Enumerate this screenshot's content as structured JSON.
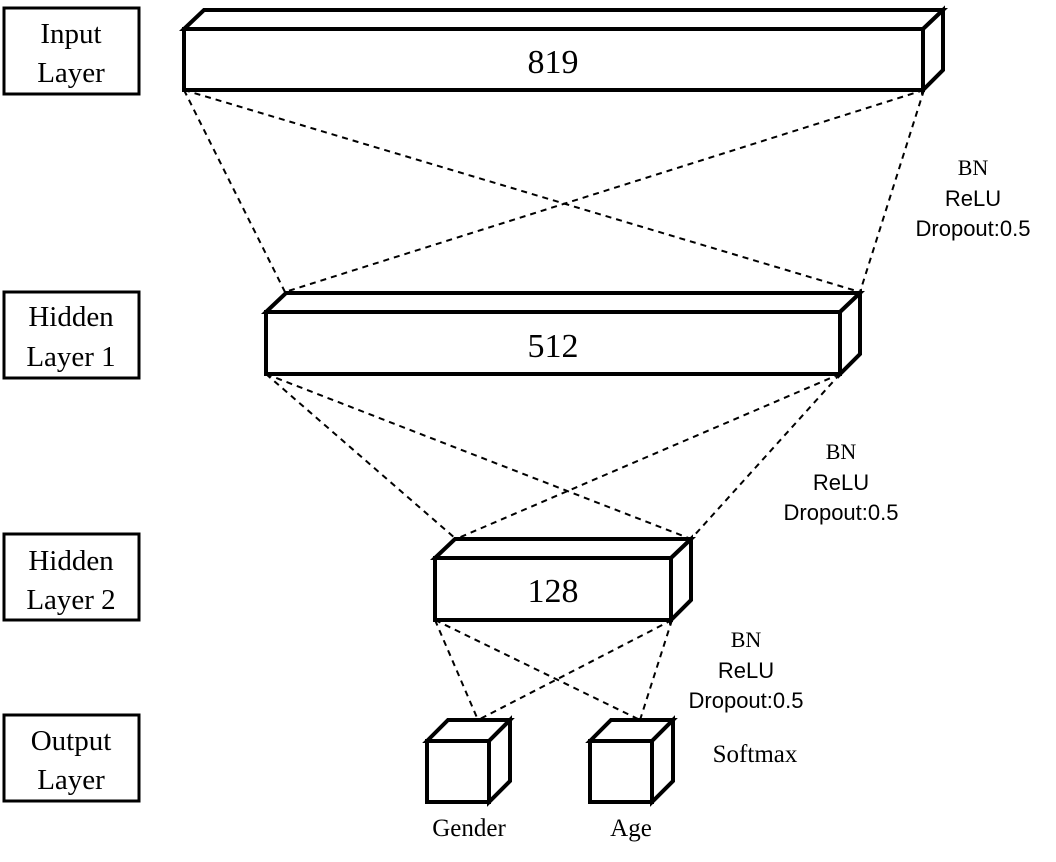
{
  "layers": [
    {
      "id": "input",
      "label_line1": "Input",
      "label_line2": "Layer",
      "size": "819"
    },
    {
      "id": "hidden1",
      "label_line1": "Hidden",
      "label_line2": "Layer 1",
      "size": "512"
    },
    {
      "id": "hidden2",
      "label_line1": "Hidden",
      "label_line2": "Layer 2",
      "size": "128"
    },
    {
      "id": "output",
      "label_line1": "Output",
      "label_line2": "Layer"
    }
  ],
  "transitions": [
    {
      "bn": "BN",
      "activation": "ReLU",
      "dropout": "Dropout:0.5"
    },
    {
      "bn": "BN",
      "activation": "ReLU",
      "dropout": "Dropout:0.5"
    },
    {
      "bn": "BN",
      "activation": "ReLU",
      "dropout": "Dropout:0.5"
    }
  ],
  "outputs": [
    {
      "label": "Gender"
    },
    {
      "label": "Age"
    }
  ],
  "output_activation": "Softmax"
}
